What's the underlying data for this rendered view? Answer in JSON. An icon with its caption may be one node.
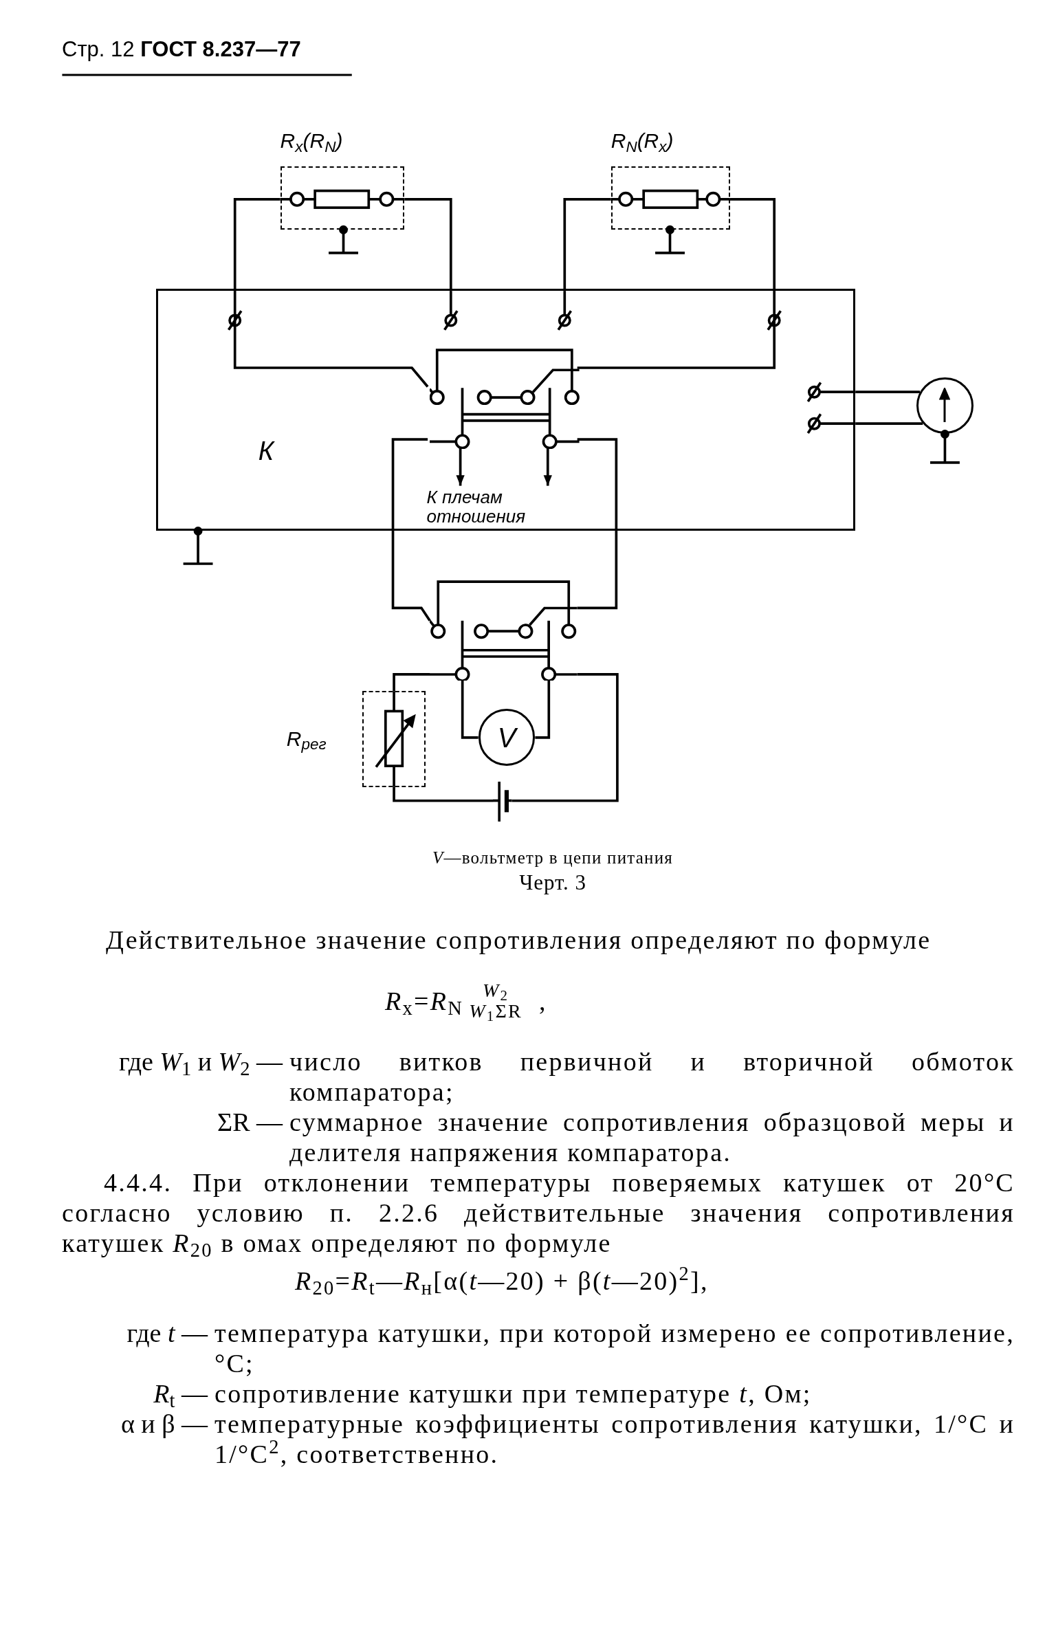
{
  "diagram": {
    "caption": "Черт. 3",
    "nodes": [
      {
        "text": [
          "R$_{x}$(R$_{N}$)"
        ]
      },
      {
        "text": [
          "R$_{N}$(R$_{x}$)"
        ]
      },
      {
        "text": [
          "К"
        ]
      },
      {
        "text": [
          "К плечам отношения"
        ],
        "in": 2
      },
      {
        "text": [],
        "shape": "circle"
      },
      {
        "text": [
          "V"
        ]
      },
      {
        "text": [
          "R$_{рег}$"
        ]
      },
      {
        "text": [],
        "shape": "switch",
        "in": 2
      },
      {
        "text": [],
        "shape": "switch"
      },
      {
        "text": [],
        "shape": "battery"
      }
    ],
    "edges": [
      {
        "from": 0,
        "to": 7,
        "arrow": "none"
      },
      {
        "from": 0,
        "to": 2,
        "arrow": "none"
      },
      {
        "from": 1,
        "to": 2,
        "arrow": "none"
      },
      {
        "from": 1,
        "to": 7,
        "arrow": "none"
      },
      {
        "from": 2,
        "to": 4,
        "arrow": "none"
      },
      {
        "from": 2,
        "to": 4,
        "arrow": "none"
      },
      {
        "from": 7,
        "to": 3,
        "arrow": "to"
      },
      {
        "from": 7,
        "to": 3,
        "arrow": "to"
      },
      {
        "from": 7,
        "to": 8,
        "arrow": "none"
      },
      {
        "from": 7,
        "to": 8,
        "arrow": "none"
      },
      {
        "from": 8,
        "to": 6,
        "arrow": "none"
      },
      {
        "from": 8,
        "to": 5,
        "arrow": "none"
      },
      {
        "from": 8,
        "to": 5,
        "arrow": "none"
      },
      {
        "from": 6,
        "to": 9,
        "arrow": "none"
      },
      {
        "from": 9,
        "to": 8,
        "arrow": "none"
      }
    ],
    "labels": [
      "Стр. 12 **ГОСТ 8.237—77**",
      "*V*—вольтметр в цепи питания",
      "Действительное значение сопротивления определяют по формуле",
      "*R*$_{x}$=*R*$_{N}$",
      "*W*$_{2}$",
      "*W*$_{1}$ΣR",
      ",",
      "где *W*$_{1}$ и *W*$_{2}$ —",
      "число витков первичной и вторичной обмоток компаратора;",
      "ΣR —",
      "суммарное значение сопротивления образцовой меры и делителя напряжения компаратора.",
      "4.4.4. При отклонении температуры поверяемых катушек от 20°С согласно условию п. 2.2.6 действительные значения сопротивления катушек *R*$_{20}$ в омах определяют по формуле",
      "*R*$_{20}$=*R*$_{t}$—*R*$_{н}$[α(*t*—20) + β(*t*—20)$^{2}$],",
      "где *t* —",
      "температура катушки, при которой измерено ее сопротивление, °С;",
      "*R*$_{t}$ —",
      "сопротивление катушки при температуре *t*, Ом;",
      "α и β —",
      "температурные коэффициенты сопротивления катушки, 1/°С и 1/°С$^{2}$, соответственно."
    ]
  }
}
